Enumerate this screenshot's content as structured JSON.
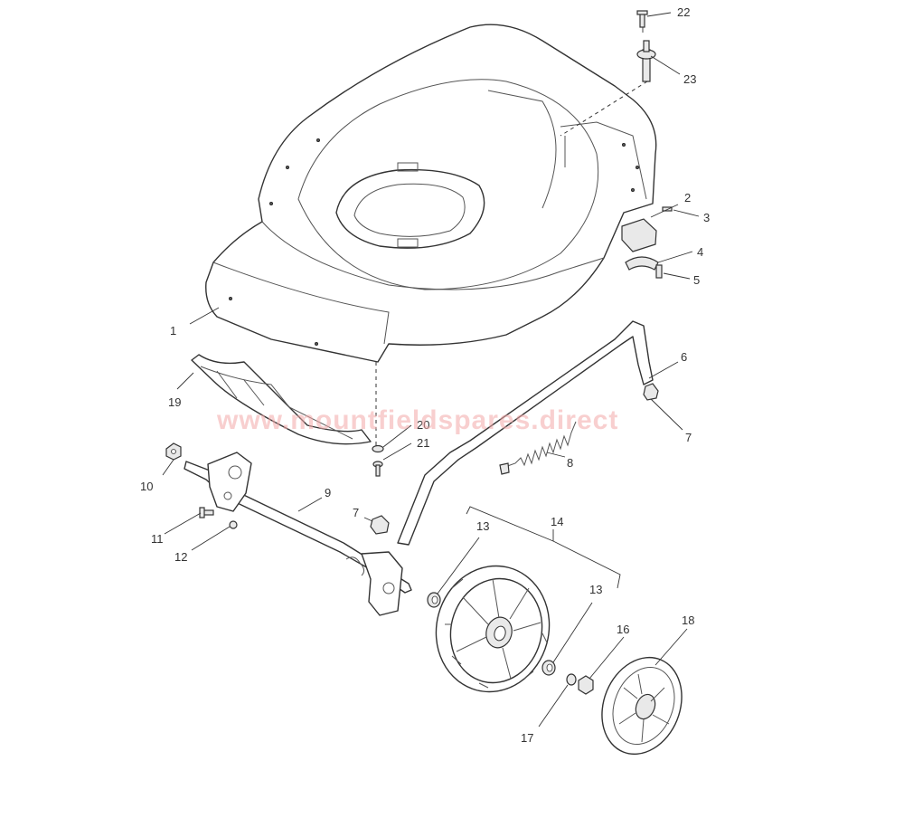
{
  "watermark": "www.mountfieldspares.direct",
  "callouts": {
    "c1": "1",
    "c2": "2",
    "c3": "3",
    "c4": "4",
    "c5": "5",
    "c6": "6",
    "c7a": "7",
    "c7b": "7",
    "c8": "8",
    "c9": "9",
    "c10": "10",
    "c11": "11",
    "c12": "12",
    "c13a": "13",
    "c13b": "13",
    "c14": "14",
    "c16": "16",
    "c17": "17",
    "c18": "18",
    "c19": "19",
    "c20": "20",
    "c21": "21",
    "c22": "22",
    "c23": "23"
  }
}
